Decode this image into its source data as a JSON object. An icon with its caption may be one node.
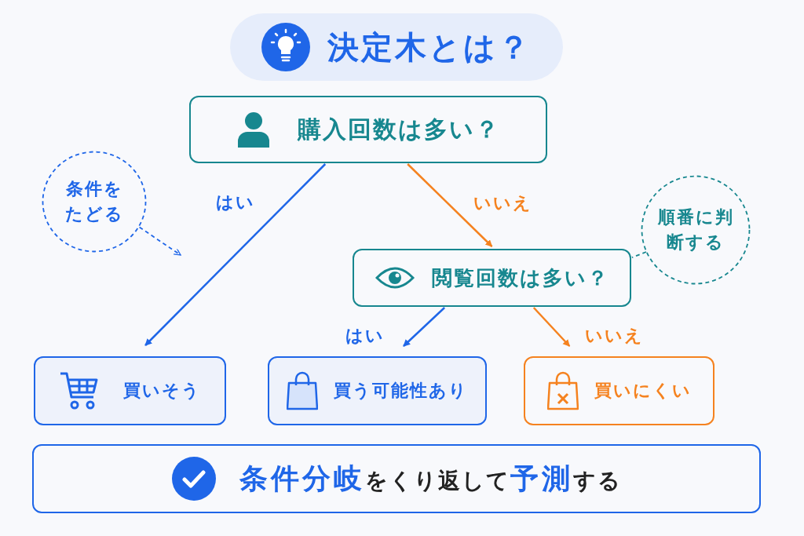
{
  "diagram": {
    "title": "決定木とは？",
    "nodes": [
      {
        "text": [
          "購入回数は多い？"
        ]
      },
      {
        "text": [
          "条件をたどる"
        ]
      },
      {
        "text": [
          "順番に判断する"
        ]
      },
      {
        "text": [
          "閲覧回数は多い？"
        ]
      },
      {
        "text": [
          "買いそう"
        ]
      },
      {
        "text": [
          "買う可能性あり"
        ]
      },
      {
        "text": [
          "買いにくい"
        ]
      },
      {
        "text": [
          "**条件分岐**をくり返して**予測**する"
        ]
      }
    ],
    "edges": [
      {
        "from": 0,
        "to": 4,
        "arrow": "to",
        "label": "はい",
        "color": "#1f66e8"
      },
      {
        "from": 0,
        "to": 3,
        "arrow": "to",
        "label": "いいえ",
        "color": "#f5821f"
      },
      {
        "from": 3,
        "to": 5,
        "arrow": "to",
        "label": "はい",
        "color": "#1f66e8"
      },
      {
        "from": 3,
        "to": 6,
        "arrow": "to",
        "label": "いいえ",
        "color": "#f5821f"
      },
      {
        "from": 1,
        "to": null,
        "arrow": "to",
        "style": "dashed",
        "color": "#1f66e8"
      },
      {
        "from": 2,
        "to": 3,
        "arrow": "none",
        "style": "dashed",
        "color": "#17878f"
      }
    ]
  }
}
